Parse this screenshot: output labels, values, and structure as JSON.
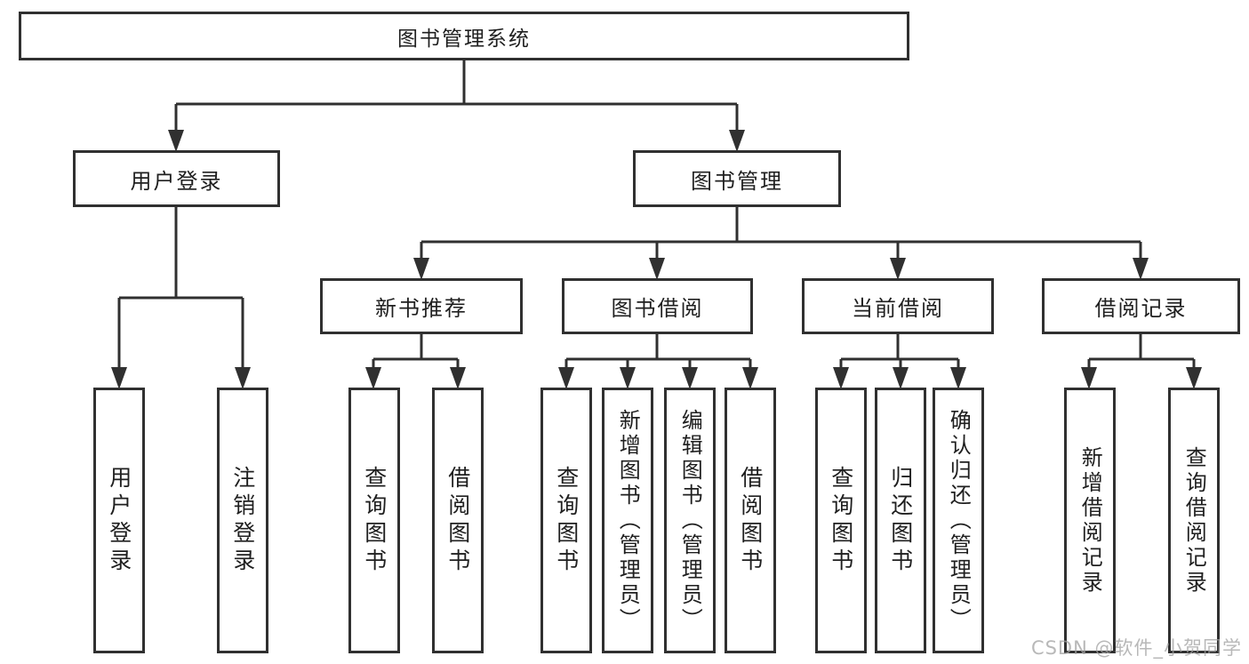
{
  "diagram": {
    "root": {
      "label": "图书管理系统"
    },
    "level2": [
      {
        "label": "用户登录"
      },
      {
        "label": "图书管理"
      }
    ],
    "level3": [
      {
        "label": "新书推荐"
      },
      {
        "label": "图书借阅"
      },
      {
        "label": "当前借阅"
      },
      {
        "label": "借阅记录"
      }
    ],
    "leaves": [
      {
        "label": "用户登录"
      },
      {
        "label": "注销登录"
      },
      {
        "label": "查询图书"
      },
      {
        "label": "借阅图书"
      },
      {
        "label": "查询图书"
      },
      {
        "label": "新增图书（管理员）"
      },
      {
        "label": "编辑图书（管理员）"
      },
      {
        "label": "借阅图书"
      },
      {
        "label": "查询图书"
      },
      {
        "label": "归还图书"
      },
      {
        "label": "确认归还（管理员）"
      },
      {
        "label": "新增借阅记录"
      },
      {
        "label": "查询借阅记录"
      }
    ]
  },
  "watermark": {
    "text": "CSDN @软件_小贺同学"
  },
  "colors": {
    "line": "#303030",
    "text": "#1f1f1f",
    "background": "#ffffff",
    "watermark": "#a0a0a0"
  }
}
